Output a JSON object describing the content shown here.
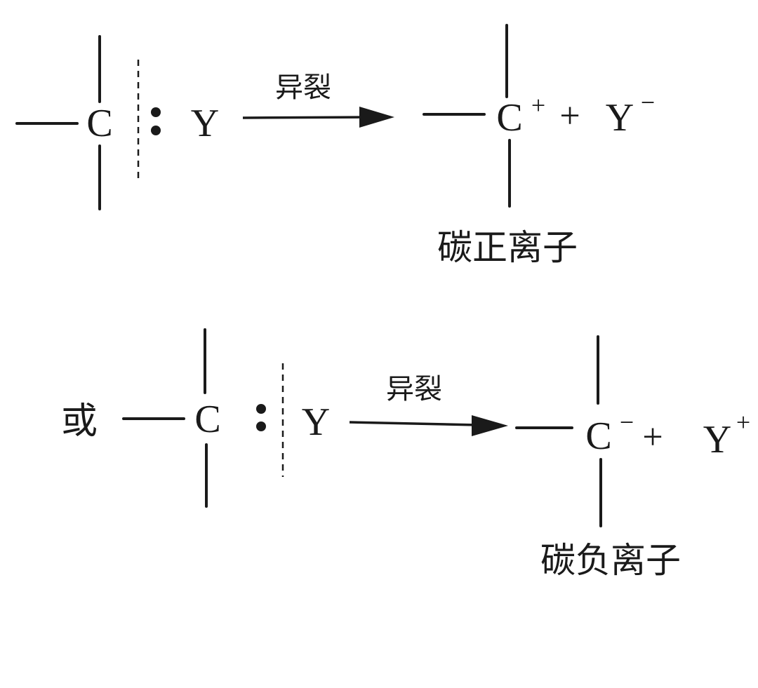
{
  "reactions": [
    {
      "prefix": "",
      "reactant": {
        "carbon": "C",
        "electron_pair": "∶",
        "group": "Y"
      },
      "arrow_label": "异裂",
      "product": {
        "carbon": "C",
        "carbon_charge": "+",
        "plus": "+",
        "group": "Y",
        "group_charge": "−",
        "caption": "碳正离子"
      }
    },
    {
      "prefix": "或",
      "reactant": {
        "carbon": "C",
        "electron_pair": "∶",
        "group": "Y"
      },
      "arrow_label": "异裂",
      "product": {
        "carbon": "C",
        "carbon_charge": "−",
        "plus": "+",
        "group": "Y",
        "group_charge": "+",
        "caption": "碳负离子"
      }
    }
  ]
}
